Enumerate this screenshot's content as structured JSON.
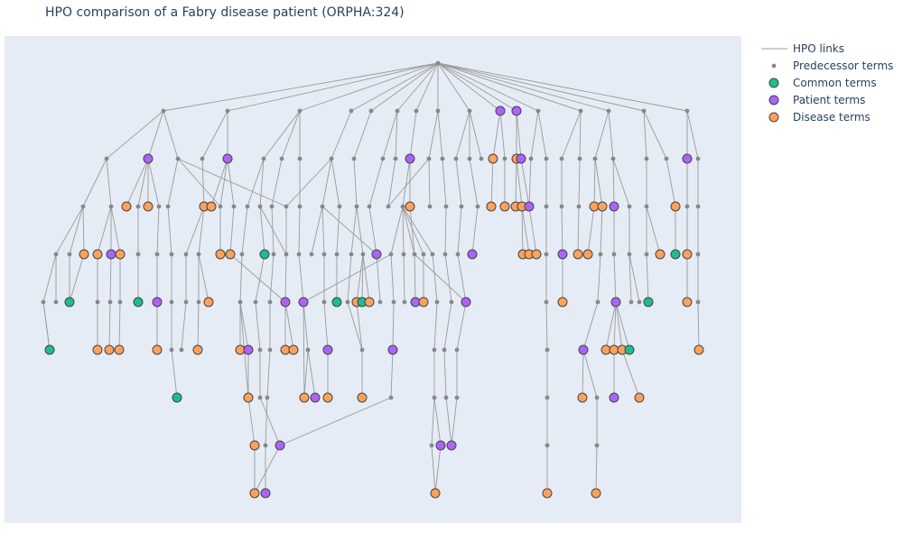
{
  "chart_data": {
    "type": "scatter",
    "title": "HPO comparison of a Fabry disease patient (ORPHA:324)",
    "grid": false,
    "legend_position": "top-right",
    "legend": [
      {
        "label": "HPO links",
        "kind": "line",
        "color": "#999999"
      },
      {
        "label": "Predecessor terms",
        "kind": "dot",
        "color": "#888888"
      },
      {
        "label": "Common terms",
        "kind": "marker",
        "color": "#1cbe8e"
      },
      {
        "label": "Patient terms",
        "kind": "marker",
        "color": "#ab63fa"
      },
      {
        "label": "Disease terms",
        "kind": "marker",
        "color": "#ffa15a"
      }
    ],
    "colors": {
      "background": "#e5ecf6",
      "link": "#9a9a9a",
      "predecessor": "#888888",
      "common": "#1cbe8e",
      "patient": "#ab63fa",
      "disease": "#ffa15a",
      "marker_border": "#444444"
    }
  }
}
